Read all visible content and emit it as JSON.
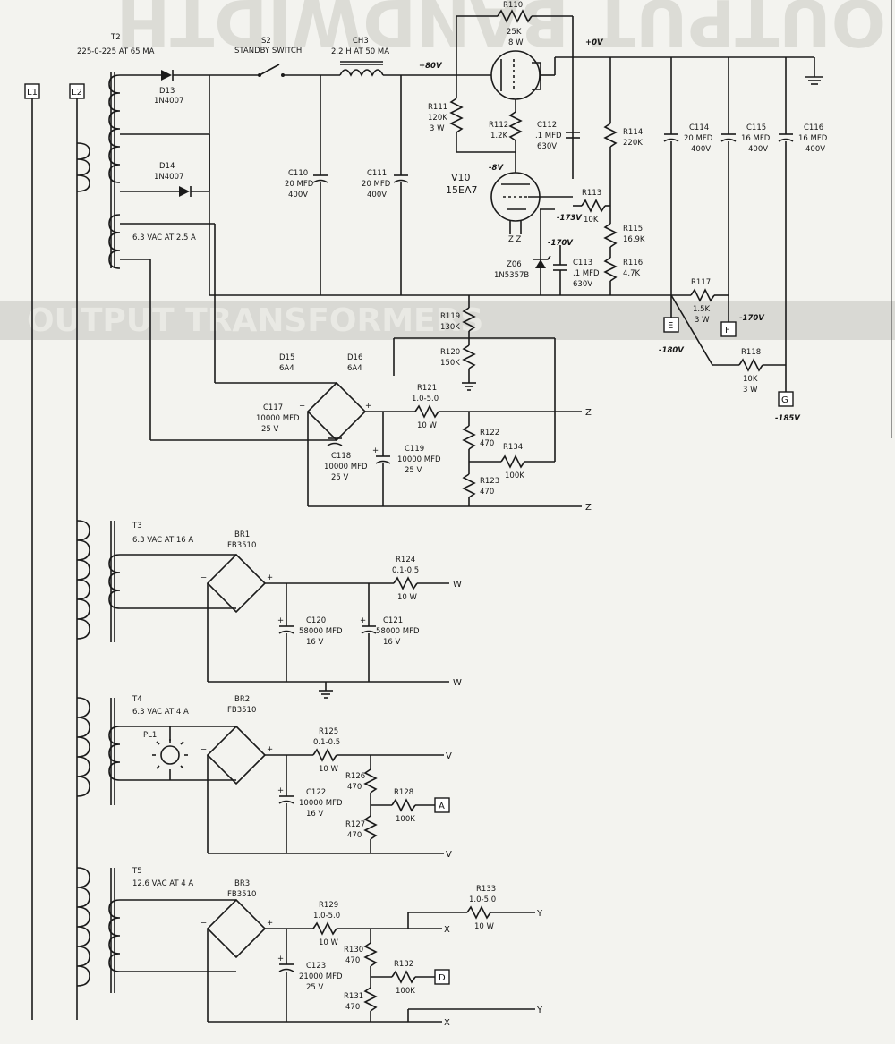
{
  "background_print": {
    "top_text": "OUTPUT BANDWIDTH",
    "band_text": "OUTPUT TRANSFORMERS"
  },
  "terminals": {
    "L1": "L1",
    "L2": "L2",
    "E": "E",
    "F": "F",
    "G": "G",
    "A": "A",
    "D": "D"
  },
  "transformers": {
    "T2": {
      "ref": "T2",
      "rating": "225-0-225 AT 65 MA",
      "secondary": "6.3 VAC AT 2.5 A"
    },
    "T3": {
      "ref": "T3",
      "rating": "6.3 VAC AT 16 A"
    },
    "T4": {
      "ref": "T4",
      "rating": "6.3 VAC AT 4 A"
    },
    "T5": {
      "ref": "T5",
      "rating": "12.6 VAC AT 4 A"
    }
  },
  "switch": {
    "ref": "S2",
    "label": "STANDBY SWITCH"
  },
  "choke": {
    "ref": "CH3",
    "value": "2.2 H AT 50 MA"
  },
  "tubes": {
    "V10": {
      "ref": "V10",
      "type": "15EA7"
    }
  },
  "lamp": {
    "ref": "PL1"
  },
  "diodes": {
    "D13": {
      "ref": "D13",
      "type": "1N4007"
    },
    "D14": {
      "ref": "D14",
      "type": "1N4007"
    },
    "D15": {
      "ref": "D15",
      "type": "6A4"
    },
    "D16": {
      "ref": "D16",
      "type": "6A4"
    },
    "Z06": {
      "ref": "Z06",
      "type": "1N5357B"
    },
    "BR1": {
      "ref": "BR1",
      "type": "FB3510"
    },
    "BR2": {
      "ref": "BR2",
      "type": "FB3510"
    },
    "BR3": {
      "ref": "BR3",
      "type": "FB3510"
    }
  },
  "resistors": {
    "R110": {
      "ref": "R110",
      "value": "25K",
      "watt": "8 W"
    },
    "R111": {
      "ref": "R111",
      "value": "120K",
      "watt": "3 W"
    },
    "R112": {
      "ref": "R112",
      "value": "1.2K"
    },
    "R113": {
      "ref": "R113",
      "value": "10K"
    },
    "R114": {
      "ref": "R114",
      "value": "220K"
    },
    "R115": {
      "ref": "R115",
      "value": "16.9K"
    },
    "R116": {
      "ref": "R116",
      "value": "4.7K"
    },
    "R117": {
      "ref": "R117",
      "value": "1.5K",
      "watt": "3 W"
    },
    "R118": {
      "ref": "R118",
      "value": "10K",
      "watt": "3 W"
    },
    "R119": {
      "ref": "R119",
      "value": "130K"
    },
    "R120": {
      "ref": "R120",
      "value": "150K"
    },
    "R121": {
      "ref": "R121",
      "value": "1.0-5.0",
      "watt": "10 W"
    },
    "R122": {
      "ref": "R122",
      "value": "470"
    },
    "R123": {
      "ref": "R123",
      "value": "470"
    },
    "R124": {
      "ref": "R124",
      "value": "0.1-0.5",
      "watt": "10 W"
    },
    "R125": {
      "ref": "R125",
      "value": "0.1-0.5",
      "watt": "10 W"
    },
    "R126": {
      "ref": "R126",
      "value": "470"
    },
    "R127": {
      "ref": "R127",
      "value": "470"
    },
    "R128": {
      "ref": "R128",
      "value": "100K"
    },
    "R129": {
      "ref": "R129",
      "value": "1.0-5.0",
      "watt": "10 W"
    },
    "R130": {
      "ref": "R130",
      "value": "470"
    },
    "R131": {
      "ref": "R131",
      "value": "470"
    },
    "R132": {
      "ref": "R132",
      "value": "100K"
    },
    "R133": {
      "ref": "R133",
      "value": "1.0-5.0",
      "watt": "10 W"
    },
    "R134": {
      "ref": "R134",
      "value": "100K"
    }
  },
  "capacitors": {
    "C110": {
      "ref": "C110",
      "value": "20 MFD",
      "volt": "400V"
    },
    "C111": {
      "ref": "C111",
      "value": "20 MFD",
      "volt": "400V"
    },
    "C112": {
      "ref": "C112",
      "value": ".1 MFD",
      "volt": "630V"
    },
    "C113": {
      "ref": "C113",
      "value": ".1 MFD",
      "volt": "630V"
    },
    "C114": {
      "ref": "C114",
      "value": "20 MFD",
      "volt": "400V"
    },
    "C115": {
      "ref": "C115",
      "value": "16 MFD",
      "volt": "400V"
    },
    "C116": {
      "ref": "C116",
      "value": "16 MFD",
      "volt": "400V"
    },
    "C117": {
      "ref": "C117",
      "value": "10000 MFD",
      "volt": "25 V"
    },
    "C118": {
      "ref": "C118",
      "value": "10000 MFD",
      "volt": "25 V"
    },
    "C119": {
      "ref": "C119",
      "value": "10000 MFD",
      "volt": "25 V"
    },
    "C120": {
      "ref": "C120",
      "value": "58000 MFD",
      "volt": "16 V"
    },
    "C121": {
      "ref": "C121",
      "value": "58000 MFD",
      "volt": "16 V"
    },
    "C122": {
      "ref": "C122",
      "value": "10000 MFD",
      "volt": "16 V"
    },
    "C123": {
      "ref": "C123",
      "value": "21000 MFD",
      "volt": "25 V"
    }
  },
  "voltages": {
    "v80": "+80V",
    "v0": "+0V",
    "vm8": "-8V",
    "vm173": "-173V",
    "vm170a": "-170V",
    "vm170b": "-170V",
    "vm180": "-180V",
    "vm185": "-185V"
  },
  "outputs": {
    "Z": "Z",
    "W": "W",
    "V": "V",
    "X": "X",
    "Y": "Y"
  }
}
